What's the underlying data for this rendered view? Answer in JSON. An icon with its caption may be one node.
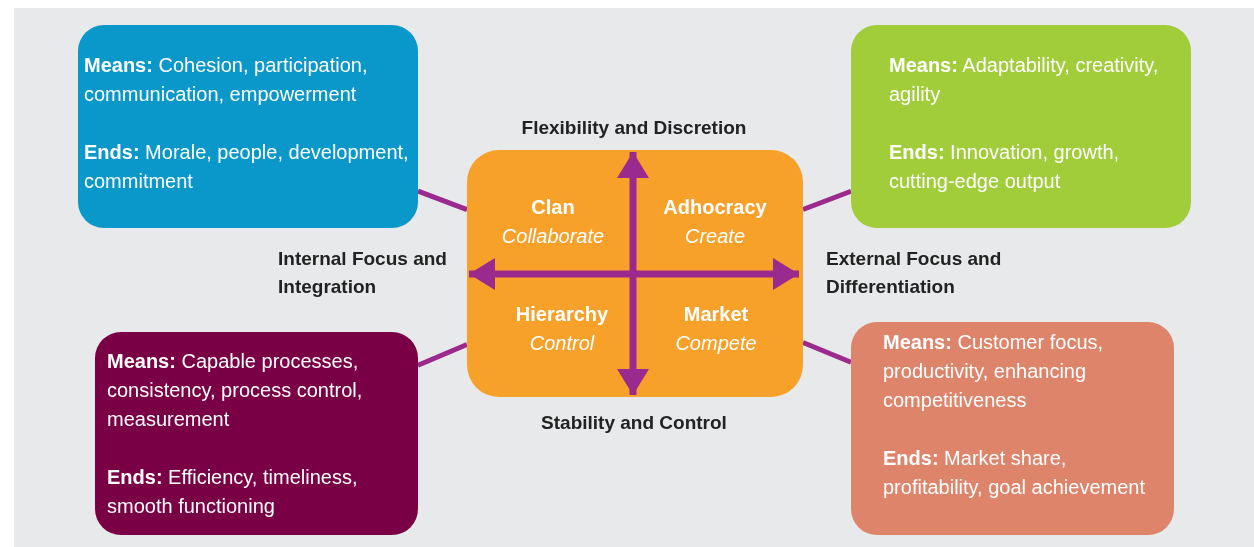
{
  "diagram": {
    "nodes": [
      {
        "text": [
          "**Means:** Cohesion, participation, communication, empowerment",
          "**Ends:** Morale, people, development, commitment"
        ]
      },
      {
        "text": [
          "**Means:** Adaptability, creativity, agility",
          "**Ends:** Innovation, growth, cutting-edge output"
        ]
      },
      {
        "text": [
          "Clan",
          "Collaborate",
          "Adhocracy",
          "Create",
          "Hierarchy",
          "Control",
          "Market",
          "Compete"
        ]
      },
      {
        "text": [
          "**Means:** Capable processes, consistency, process control, measurement",
          "**Ends:** Efficiency, timeliness, smooth functioning"
        ]
      },
      {
        "text": [
          "**Means:** Customer focus, productivity, enhancing competitiveness",
          "**Ends:** Market share, profitability, goal achievement"
        ]
      }
    ],
    "edges": [
      {
        "from": 0,
        "to": 2,
        "arrow": "none"
      },
      {
        "from": 1,
        "to": 2,
        "arrow": "none"
      },
      {
        "from": 3,
        "to": 2,
        "arrow": "none"
      },
      {
        "from": 4,
        "to": 2,
        "arrow": "none"
      }
    ],
    "labels": [
      "Flexibility and Discretion",
      "Internal Focus and Integration",
      "External Focus and Differentiation",
      "Stability and Control"
    ]
  }
}
